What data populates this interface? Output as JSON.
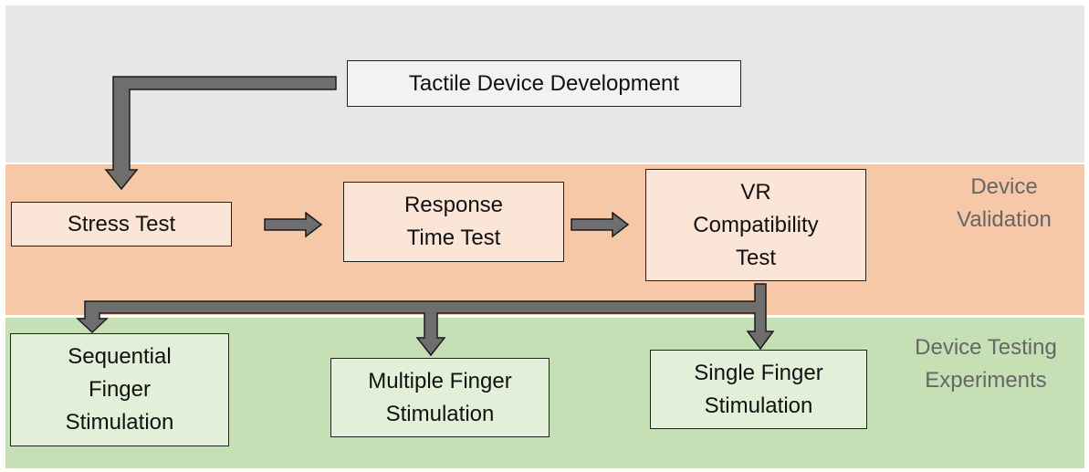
{
  "diagram": {
    "nodes": {
      "tactile_device_development": "Tactile Device Development",
      "stress_test": "Stress Test",
      "response_time_test": "Response\nTime Test",
      "vr_compatibility_test": "VR\nCompatibility\nTest",
      "sequential_finger_stimulation": "Sequential\nFinger\nStimulation",
      "multiple_finger_stimulation": "Multiple Finger\nStimulation",
      "single_finger_stimulation": "Single Finger\nStimulation"
    },
    "band_labels": {
      "device_validation": "Device\nValidation",
      "device_testing_experiments": "Device Testing\nExperiments"
    },
    "colors": {
      "band_gray": "#e7e7e7",
      "band_peach": "#f6c8a8",
      "band_green": "#c5e0b4",
      "arrow_fill": "#6e6e6e"
    }
  }
}
